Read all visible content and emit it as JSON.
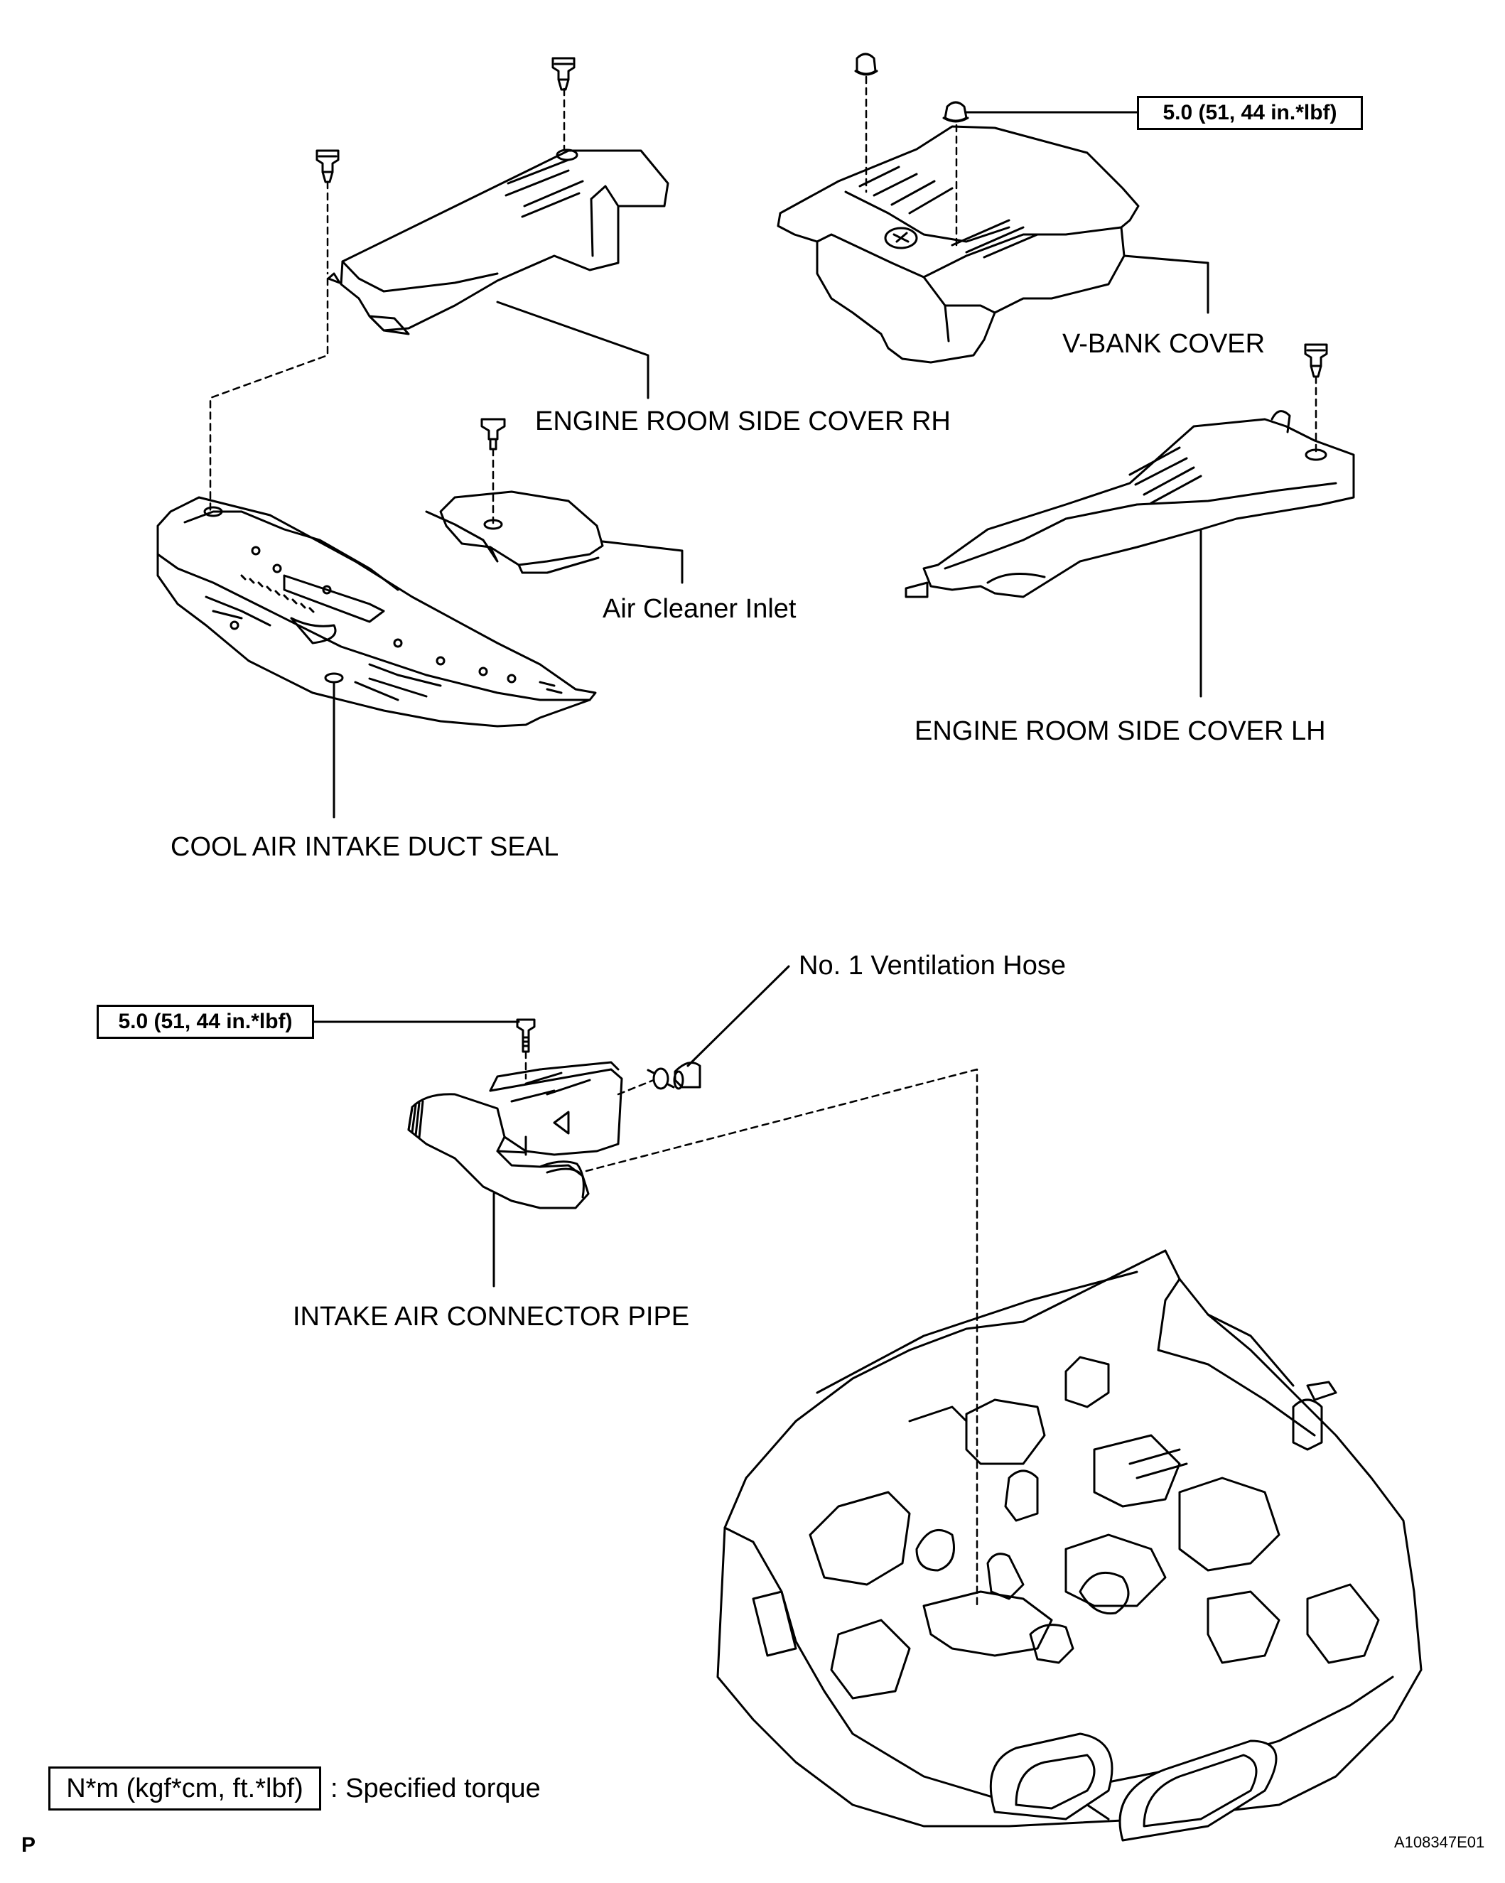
{
  "labels": {
    "v_bank_cover": "V-BANK COVER",
    "engine_room_side_cover_rh": "ENGINE ROOM SIDE COVER RH",
    "air_cleaner_inlet": "Air Cleaner Inlet",
    "engine_room_side_cover_lh": "ENGINE ROOM SIDE COVER LH",
    "cool_air_intake_duct_seal": "COOL AIR INTAKE DUCT SEAL",
    "no1_ventilation_hose": "No. 1 Ventilation Hose",
    "intake_air_connector_pipe": "INTAKE AIR CONNECTOR PIPE"
  },
  "torque": {
    "v_bank_nut": "5.0 (51, 44 in.*lbf)",
    "connector_pipe_bolt": "5.0 (51, 44 in.*lbf)"
  },
  "legend": {
    "unit_box": "N*m (kgf*cm, ft.*lbf)",
    "description": ": Specified torque"
  },
  "footer": {
    "page_mark": "P",
    "figure_id": "A108347E01"
  }
}
